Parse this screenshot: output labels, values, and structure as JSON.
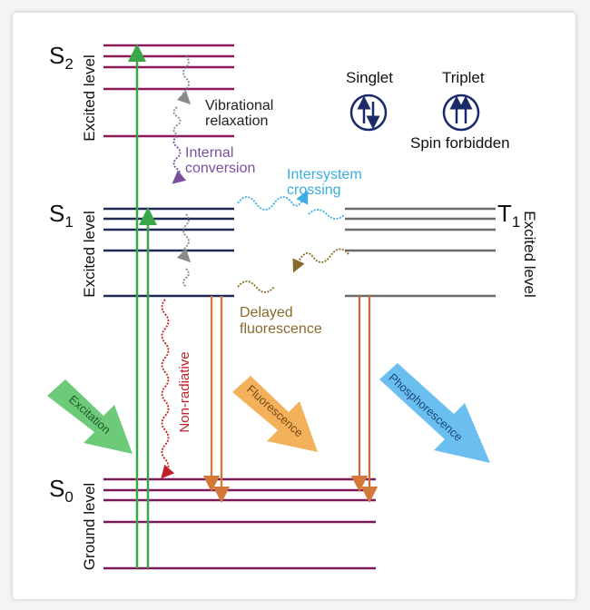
{
  "colors": {
    "s2_level": "#8b1a5a",
    "s1_level": "#1f2a55",
    "t1_level": "#6b6b6b",
    "s0_level": "#7a1a5a",
    "excitation": "#3aa64a",
    "vibrational": "#8a8a8a",
    "internal": "#7a4fa0",
    "nonradiative": "#c0202a",
    "intersystem": "#3aaee0",
    "delayed": "#8a6a2a",
    "fluorescence_arrow": "#d4783a",
    "phosphorescence_arrow": "#cc6a3a",
    "excitation_band": "#5cc46a",
    "fluorescence_band": "#f2a84a",
    "phosphorescence_band": "#5ab8ee",
    "spin": "#1a2a6a"
  },
  "states": {
    "s2_main": "S",
    "s2_sub": "2",
    "s1_main": "S",
    "s1_sub": "1",
    "t1_main": "T",
    "t1_sub": "1",
    "s0_main": "S",
    "s0_sub": "0"
  },
  "level_labels": {
    "s2": "Excited level",
    "s1": "Excited level",
    "t1": "Excited level",
    "s0": "Ground level"
  },
  "process_labels": {
    "vibrational_line1": "Vibrational",
    "vibrational_line2": "relaxation",
    "internal_line1": "Internal",
    "internal_line2": "conversion",
    "intersystem_line1": "Intersystem",
    "intersystem_line2": "crossing",
    "delayed_line1": "Delayed",
    "delayed_line2": "fluorescence",
    "nonradiative": "Non-radiative"
  },
  "bands": {
    "excitation": "Excitation",
    "fluorescence": "Fluorescence",
    "phosphorescence": "Phosphorescence"
  },
  "spin_legend": {
    "singlet": "Singlet",
    "triplet": "Triplet",
    "forbidden": "Spin forbidden"
  }
}
